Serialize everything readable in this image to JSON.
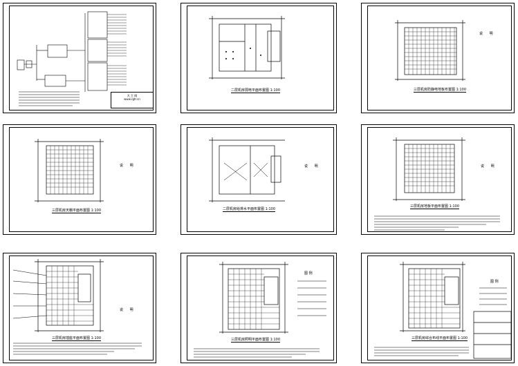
{
  "sheets": [
    {
      "id": "s1",
      "title": "",
      "notes_heading": "",
      "stamp_title": "大 工 网",
      "stamp_sub": "www.rgtr.cn"
    },
    {
      "id": "s2",
      "title": "二层机房弱电平面布置图 1:100"
    },
    {
      "id": "s3",
      "title": "三层机房防静电地板布置图 1:100",
      "notes_heading": "说 明"
    },
    {
      "id": "s4",
      "title": "三层机房天棚平面布置图 1:100",
      "notes_heading": "说 明"
    },
    {
      "id": "s5",
      "title": "二层机房给排水平面布置图 1:100",
      "notes_heading": "说 明"
    },
    {
      "id": "s6",
      "title": "三层机房地板平面布置图 1:100",
      "notes_heading": "说 明"
    },
    {
      "id": "s7",
      "title": "三层机房插座平面布置图 1:100",
      "notes_heading": "说 明"
    },
    {
      "id": "s8",
      "title": "三层机房照明平面布置图 1:100",
      "notes_heading": "图 例"
    },
    {
      "id": "s9",
      "title": "三层机房综合布线平面布置图 1:100",
      "notes_heading": "图 例"
    }
  ]
}
